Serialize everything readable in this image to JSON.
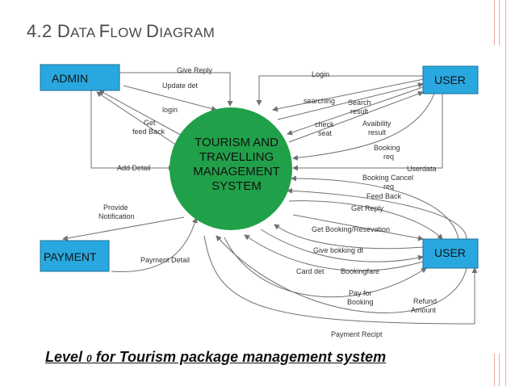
{
  "slide": {
    "title_parts": [
      "4.2 D",
      "ATA ",
      "F",
      "LOW ",
      "D",
      "IAGRAM"
    ],
    "caption_prefix": "Level ",
    "caption_level": "0",
    "caption_rest": " for Tourism package management system"
  },
  "diagram": {
    "center_lines": [
      "TOURISM AND",
      "TRAVELLING",
      "MANAGEMENT",
      "SYSTEM"
    ],
    "entities": {
      "admin": "ADMIN",
      "user_top": "USER",
      "payment": "PAYMENT",
      "user_bottom": "USER"
    },
    "flows": {
      "give_reply": "Give Reply",
      "update_det": "Update det",
      "login_admin": "login",
      "get_feedback": [
        "Get",
        "feed Back"
      ],
      "add_detail": "Add Detail",
      "provide_notification": [
        "Provide",
        "Notification"
      ],
      "payment_detail": "Payment Detail",
      "login_user": "Login",
      "searching": "searching",
      "search_result": [
        "Search",
        "result"
      ],
      "check_seat": [
        "check",
        "seat"
      ],
      "availability_result": [
        "Avaibility",
        "result"
      ],
      "booking_req": [
        "Booking",
        "req"
      ],
      "userdata": "Userdata",
      "booking_cancel_req": [
        "Booking Cancel",
        "req"
      ],
      "feed_back": "Feed Back",
      "get_reply": "Get Reply",
      "get_booking_reservation": "Get Booking/Resevation",
      "give_booking_dt": "Give bokking dt",
      "card_det": "Card det",
      "bookingfare": "Bookingfare",
      "pay_for_booking": [
        "Pay for",
        "Booking"
      ],
      "refund_amount": [
        "Refund",
        "Amount"
      ],
      "payment_recipt": "Payment Recipt"
    }
  },
  "colors": {
    "entity": "#29a8e0",
    "process": "#21a04a",
    "arrow": "#707070"
  }
}
